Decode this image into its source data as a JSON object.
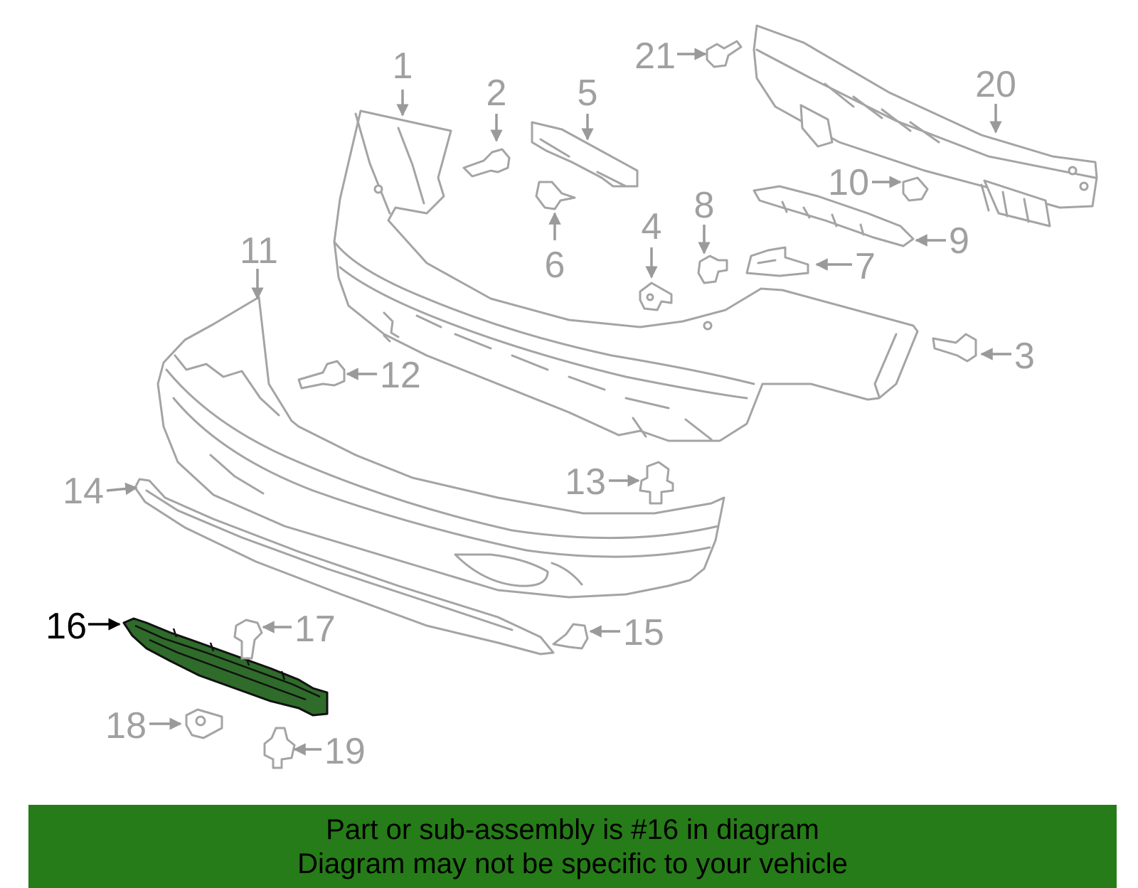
{
  "colors": {
    "background": "#ffffff",
    "part_outline": "#a4a4a4",
    "callout_text": "#a0a0a0",
    "highlight_fill": "#2f6b2a",
    "highlight_text": "#000000",
    "banner_background": "#267c18",
    "banner_text": "#000000"
  },
  "diagram": {
    "highlighted_part": "16",
    "callouts": {
      "c1": "1",
      "c2": "2",
      "c3": "3",
      "c4": "4",
      "c5": "5",
      "c6": "6",
      "c7": "7",
      "c8": "8",
      "c9": "9",
      "c10": "10",
      "c11": "11",
      "c12": "12",
      "c13": "13",
      "c14": "14",
      "c15": "15",
      "c16": "16",
      "c17": "17",
      "c18": "18",
      "c19": "19",
      "c20": "20",
      "c21": "21"
    }
  },
  "banner": {
    "line1": "Part or sub-assembly is #16 in diagram",
    "line2": "Diagram may not be specific to your vehicle"
  }
}
